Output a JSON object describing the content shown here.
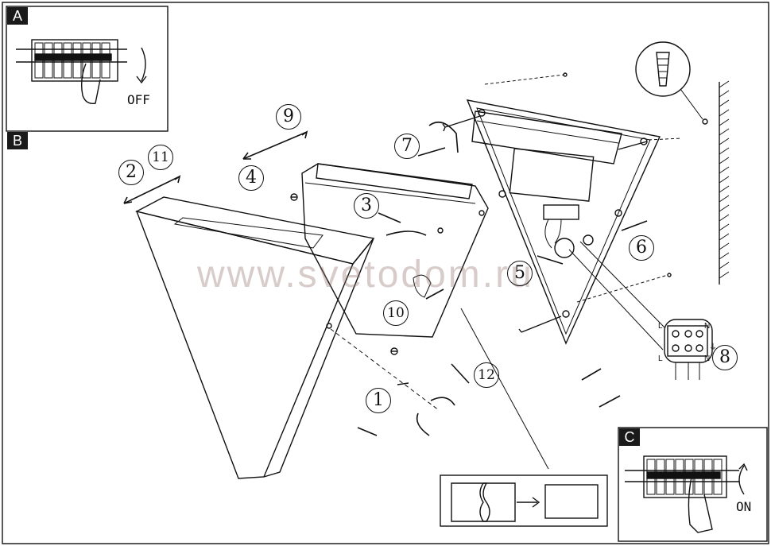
{
  "panels": {
    "a": "A",
    "b": "B",
    "c": "C"
  },
  "switch_text": {
    "off": "OFF",
    "on": "ON"
  },
  "watermark": "www.svetodom.ru",
  "steps": {
    "s1": "1",
    "s2": "2",
    "s3": "3",
    "s4": "4",
    "s5": "5",
    "s6": "6",
    "s7": "7",
    "s8": "8",
    "s9": "9",
    "s10": "10",
    "s11": "11",
    "s12": "12"
  },
  "terminal_labels": {
    "l": "L",
    "earth": "⏚",
    "n": "N"
  },
  "colors": {
    "line": "#111111",
    "watermark": "#8c6e64"
  }
}
